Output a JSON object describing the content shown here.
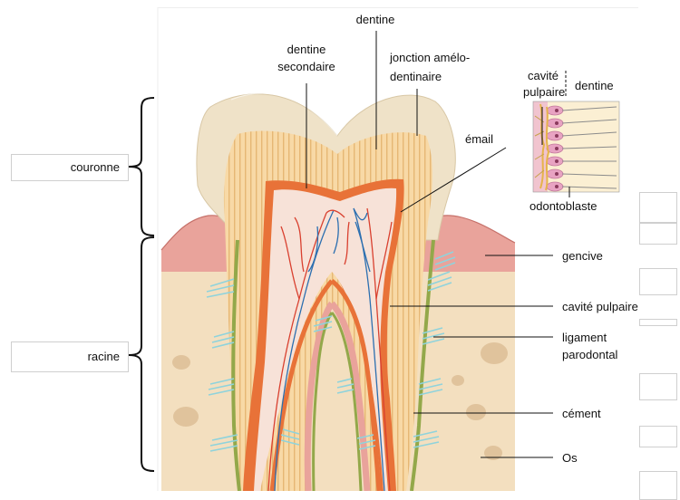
{
  "labels": {
    "dentine_top": "dentine",
    "dentine_secondaire_1": "dentine",
    "dentine_secondaire_2": "secondaire",
    "jonction_1": "jonction amélo-",
    "jonction_2": "dentinaire",
    "email": "émail",
    "cavite_inset_1": "cavité",
    "cavite_inset_2": "pulpaire",
    "dentine_inset": "dentine",
    "odontoblaste": "odontoblaste",
    "couronne": "couronne",
    "racine": "racine",
    "gencive": "gencive",
    "cavite_pulpaire": "cavité pulpaire",
    "ligament_1": "ligament",
    "ligament_2": "parodontal",
    "cement": "cément",
    "os": "Os"
  },
  "colors": {
    "enamel": "#efe2c8",
    "dentine": "#f8d9a6",
    "dentine_stripe": "#e6b774",
    "pulp": "#f7e2d8",
    "secondary_dentine": "#e87238",
    "gum": "#e9a39b",
    "bone": "#f3dfbf",
    "bone_spot": "#e0c39c",
    "cement": "#93a84a",
    "ligament": "#8fd3dc",
    "vein": "#2c6fb0",
    "artery": "#d9402f"
  }
}
